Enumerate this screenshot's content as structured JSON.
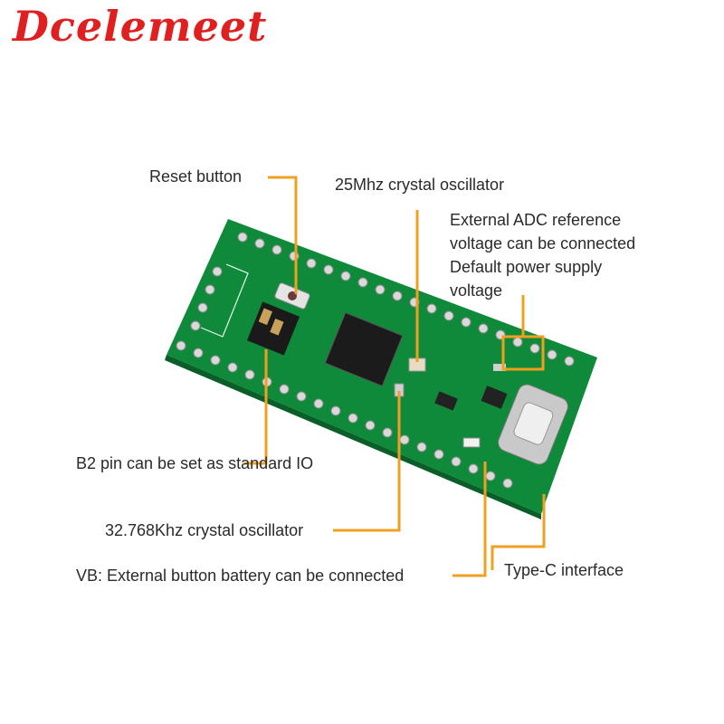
{
  "brand": {
    "name": "Dcelemeet"
  },
  "callouts": {
    "reset": "Reset button",
    "crystal_25": "25Mhz crystal oscillator",
    "adc_1": "External ADC reference",
    "adc_2": "voltage can be connected",
    "adc_3": "Default power supply",
    "adc_4": "voltage",
    "b2": "B2 pin can be set as standard IO",
    "crystal_32": "32.768Khz crystal oscillator",
    "vb": "VB: External button battery can be connected",
    "typec": "Type-C interface"
  },
  "colors": {
    "pcb": "#0f8a3a",
    "leader": "#f0a020",
    "brand": "#e02020"
  }
}
